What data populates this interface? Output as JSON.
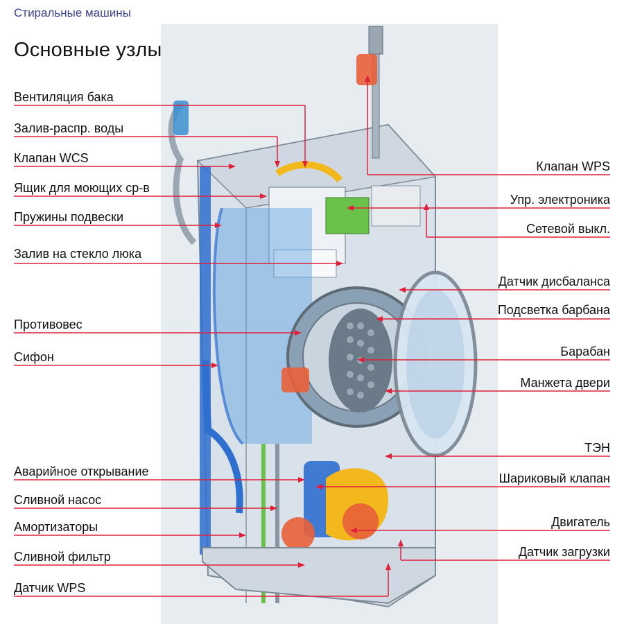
{
  "header": {
    "category": "Стиральные машины",
    "title": "Основные узлы"
  },
  "colors": {
    "leader_line": "#e0203a",
    "panel_bg": "#e6ecf0",
    "accent_blue": "#2f6fd0",
    "accent_yellow": "#f2b81c",
    "accent_orange": "#e8603a",
    "accent_green": "#6bc24a"
  },
  "labels_left": [
    {
      "id": "tank-vent",
      "text": "Вентиляция бака"
    },
    {
      "id": "water-fill-dist",
      "text": "Залив-распр. воды"
    },
    {
      "id": "wcs-valve",
      "text": "Клапан WCS"
    },
    {
      "id": "detergent-drawer",
      "text": "Ящик для моющих ср-в"
    },
    {
      "id": "suspension-springs",
      "text": "Пружины подвески"
    },
    {
      "id": "door-glass-fill",
      "text": "Залив на стекло люка"
    },
    {
      "id": "counterweight",
      "text": "Противовес"
    },
    {
      "id": "siphon",
      "text": "Сифон"
    },
    {
      "id": "emergency-opening",
      "text": "Аварийное открывание"
    },
    {
      "id": "drain-pump",
      "text": "Сливной насос"
    },
    {
      "id": "shock-absorbers",
      "text": "Амортизаторы"
    },
    {
      "id": "drain-filter",
      "text": "Сливной фильтр"
    },
    {
      "id": "wps-sensor",
      "text": "Датчик WPS"
    }
  ],
  "labels_right": [
    {
      "id": "wps-valve",
      "text": "Клапан WPS"
    },
    {
      "id": "control-electronics",
      "text": "Упр. электроника"
    },
    {
      "id": "mains-switch",
      "text": "Сетевой выкл."
    },
    {
      "id": "imbalance-sensor",
      "text": "Датчик дисбаланса"
    },
    {
      "id": "drum-light",
      "text": "Подсветка барбана"
    },
    {
      "id": "drum",
      "text": "Барабан"
    },
    {
      "id": "door-seal",
      "text": "Манжета двери"
    },
    {
      "id": "heater",
      "text": "ТЭН"
    },
    {
      "id": "ball-valve",
      "text": "Шариковый клапан"
    },
    {
      "id": "motor",
      "text": "Двигатель"
    },
    {
      "id": "load-sensor",
      "text": "Датчик загрузки"
    }
  ]
}
